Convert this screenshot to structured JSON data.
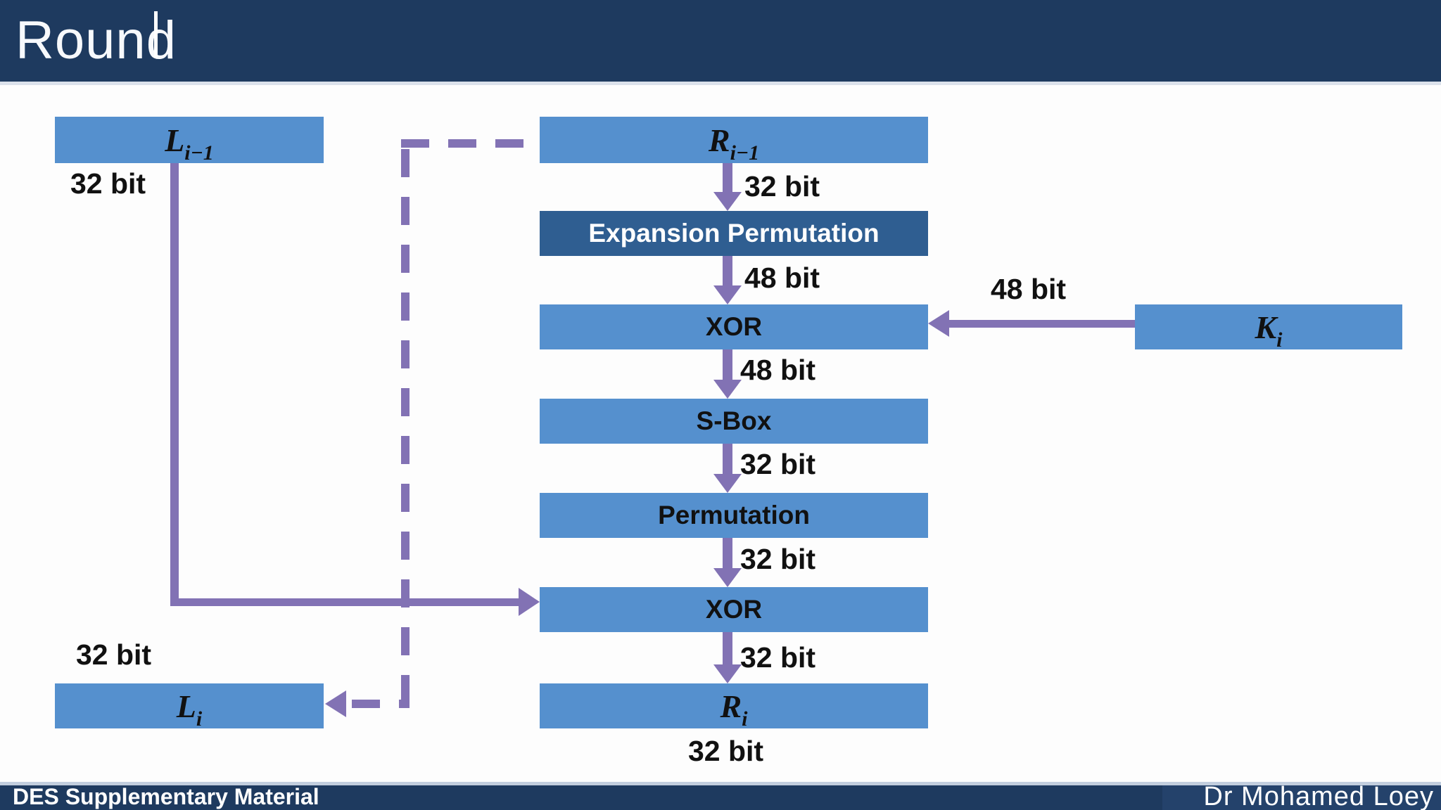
{
  "slide": {
    "title": "Round",
    "footer_left": "DES Supplementary Material",
    "footer_right": "Dr Mohamed Loey"
  },
  "colors": {
    "header_bg": "#1E3A5F",
    "footer_bg": "#1E3A5F",
    "box_light_blue": "#5590CE",
    "box_dark_blue": "#2F5E91",
    "arrow_purple": "#8272B4",
    "label_text": "#111111",
    "title_text": "#F7F9FC"
  },
  "nodes": {
    "l_prev": {
      "base": "L",
      "sub": "i−1"
    },
    "r_prev": {
      "base": "R",
      "sub": "i−1"
    },
    "expansion": {
      "label": "Expansion Permutation"
    },
    "xor_top": {
      "label": "XOR"
    },
    "sbox": {
      "label": "S-Box"
    },
    "permutation": {
      "label": "Permutation"
    },
    "xor_bottom": {
      "label": "XOR"
    },
    "key": {
      "base": "K",
      "sub": "i"
    },
    "l_next": {
      "base": "L",
      "sub": "i"
    },
    "r_next": {
      "base": "R",
      "sub": "i"
    }
  },
  "bit_labels": {
    "under_l_prev": "32 bit",
    "r_prev_to_expansion": "32 bit",
    "expansion_to_xor": "48 bit",
    "key_to_xor": "48 bit",
    "xor_to_sbox": "48 bit",
    "sbox_to_permutation": "32 bit",
    "permutation_to_xor": "32 bit",
    "xor_to_r_next": "32 bit",
    "under_r_next": "32 bit",
    "above_l_next": "32 bit"
  }
}
